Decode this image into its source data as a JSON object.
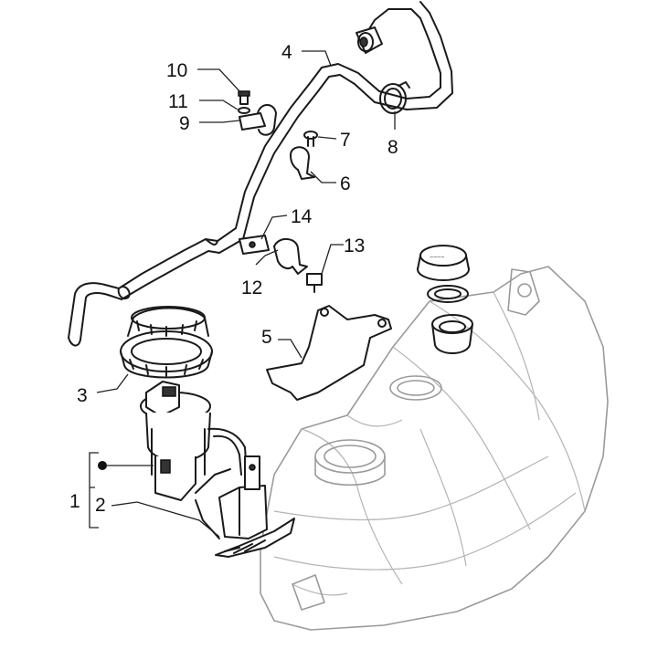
{
  "callouts": [
    {
      "id": "1",
      "label": "1"
    },
    {
      "id": "2",
      "label": "2"
    },
    {
      "id": "3",
      "label": "3"
    },
    {
      "id": "4",
      "label": "4"
    },
    {
      "id": "5",
      "label": "5"
    },
    {
      "id": "6",
      "label": "6"
    },
    {
      "id": "7",
      "label": "7"
    },
    {
      "id": "8",
      "label": "8"
    },
    {
      "id": "9",
      "label": "9"
    },
    {
      "id": "10",
      "label": "10"
    },
    {
      "id": "11",
      "label": "11"
    },
    {
      "id": "12",
      "label": "12"
    },
    {
      "id": "13",
      "label": "13"
    },
    {
      "id": "14",
      "label": "14"
    }
  ],
  "colors": {
    "line": "#1a1a1a",
    "ghost": "#9a9a9a",
    "background": "#ffffff"
  }
}
